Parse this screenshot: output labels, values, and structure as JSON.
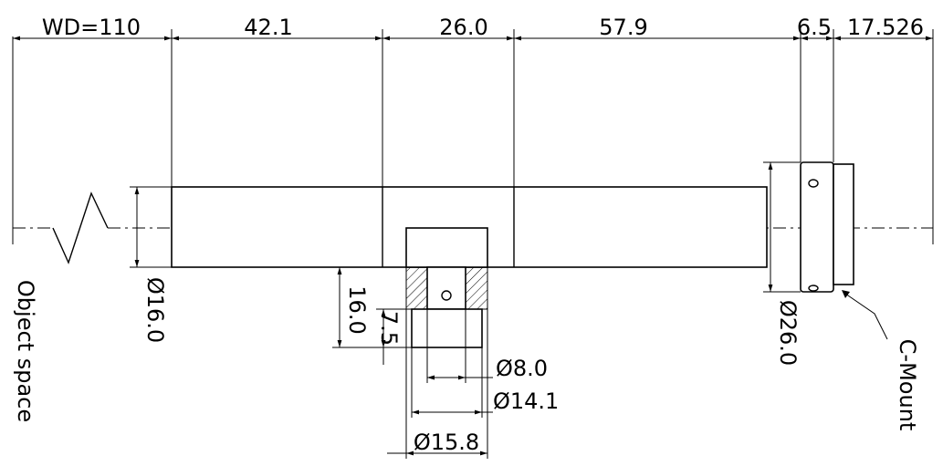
{
  "dimensions": {
    "working_distance": "WD=110",
    "seg_1": "42.1",
    "seg_2": "26.0",
    "seg_3": "57.9",
    "seg_4": "6.5",
    "seg_5": "17.526",
    "tube_diameter": "Ø16.0",
    "port_height": "16.0",
    "port_depth": "7.5",
    "mount_diameter": "Ø26.0",
    "port_d1": "Ø8.0",
    "port_d2": "Ø14.1",
    "port_d3": "Ø15.8"
  },
  "labels": {
    "object_space": "Object space",
    "mount": "C-Mount"
  }
}
